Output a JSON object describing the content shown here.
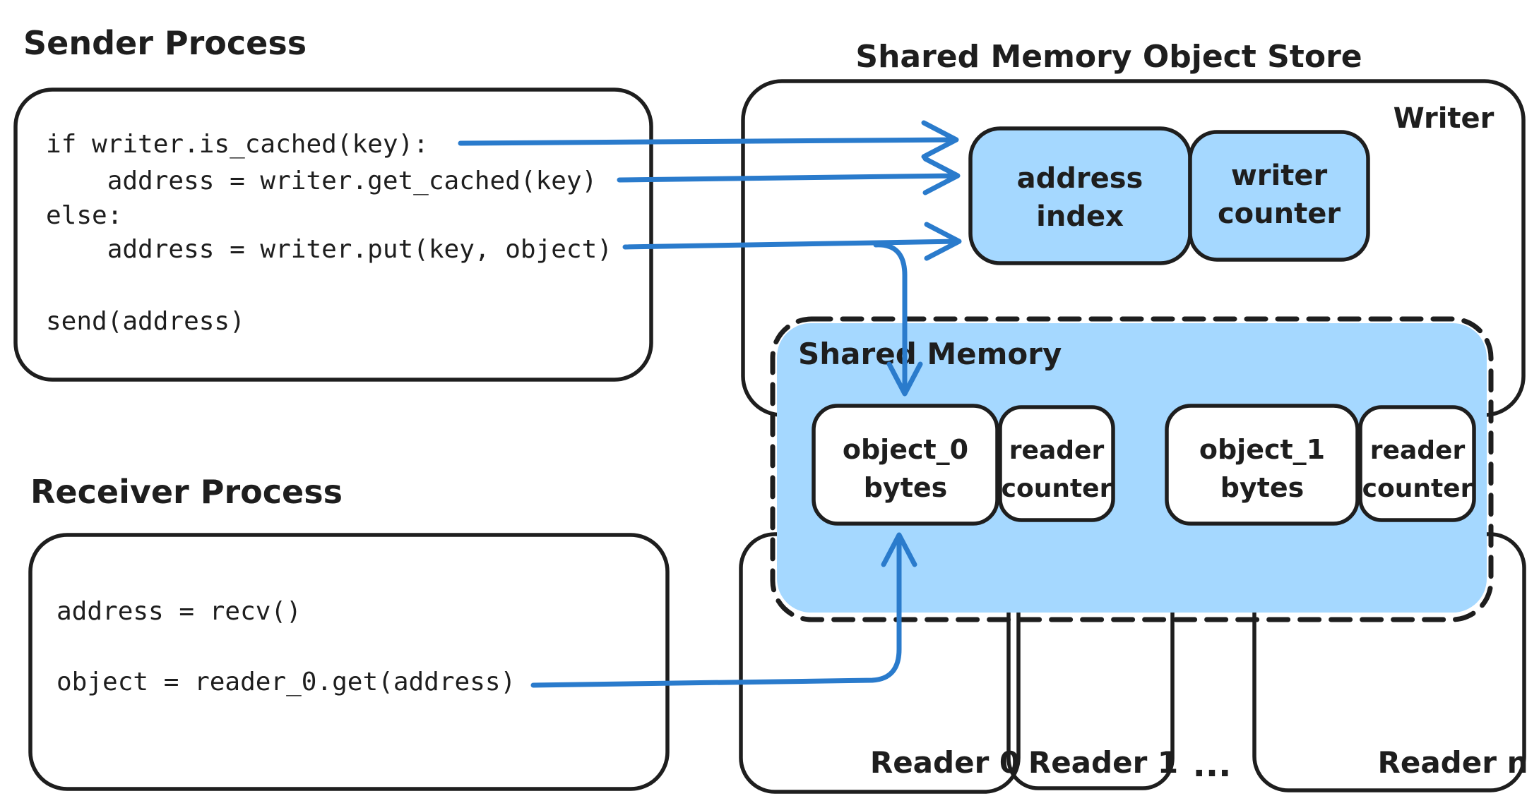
{
  "colors": {
    "background": "#ffffff",
    "ink": "#1e1e1e",
    "highlight_fill": "#a5d8ff",
    "arrow_blue": "#2a7bcc"
  },
  "sender_process": {
    "title": "Sender Process",
    "code_lines": [
      "if writer.is_cached(key):",
      "    address = writer.get_cached(key)",
      "else:",
      "    address = writer.put(key, object)",
      "send(address)"
    ]
  },
  "receiver_process": {
    "title": "Receiver Process",
    "code_lines": [
      "address = recv()",
      "object = reader_0.get(address)"
    ]
  },
  "object_store": {
    "title": "Shared Memory Object Store",
    "writer_label": "Writer",
    "address_index_box": {
      "line1": "address",
      "line2": "index"
    },
    "writer_counter_box": {
      "line1": "writer",
      "line2": "counter"
    }
  },
  "shared_memory": {
    "label": "Shared Memory",
    "slots": [
      {
        "object_line1": "object_0",
        "object_line2": "bytes",
        "counter_line1": "reader",
        "counter_line2": "counter"
      },
      {
        "object_line1": "object_1",
        "object_line2": "bytes",
        "counter_line1": "reader",
        "counter_line2": "counter"
      }
    ]
  },
  "readers": {
    "labels": [
      "Reader 0",
      "Reader 1",
      "...",
      "Reader n"
    ]
  }
}
